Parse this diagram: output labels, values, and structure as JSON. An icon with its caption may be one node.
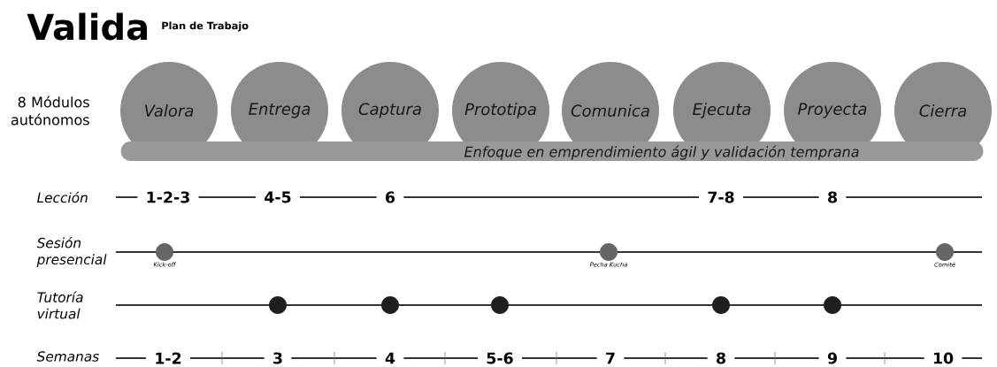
{
  "diagram": {
    "title": "Valida",
    "nodes": [
      {
        "text": [
          "Valora"
        ]
      },
      {
        "text": [
          "Entrega"
        ]
      },
      {
        "text": [
          "Captura"
        ]
      },
      {
        "text": [
          "Prototipa"
        ]
      },
      {
        "text": [
          "Comunica"
        ]
      },
      {
        "text": [
          "Ejecuta"
        ]
      },
      {
        "text": [
          "Proyecta"
        ]
      },
      {
        "text": [
          "Cierra"
        ]
      },
      {
        "text": [
          "Enfoque en emprendimiento ágil y validación temprana"
        ]
      },
      {
        "text": [],
        "shape": "circle",
        "beside": [
          "Kick-off"
        ]
      },
      {
        "text": [],
        "shape": "circle",
        "beside": [
          "Pecha Kucha"
        ]
      },
      {
        "text": [],
        "shape": "circle",
        "beside": [
          "Comité"
        ]
      },
      {
        "text": [],
        "shape": "circle"
      },
      {
        "text": [],
        "shape": "circle"
      },
      {
        "text": [],
        "shape": "circle"
      },
      {
        "text": [],
        "shape": "circle"
      },
      {
        "text": [],
        "shape": "circle"
      }
    ],
    "labels": [
      "Plan de Trabajo",
      "8 Módulos autónomos",
      "Lección",
      "1-2-3",
      "4-5",
      "6",
      "7-8",
      "8",
      "Sesión presencial",
      "Tutoría virtual",
      "Semanas",
      "1-2",
      "3",
      "4",
      "5-6",
      "7",
      "8",
      "9",
      "10"
    ]
  }
}
